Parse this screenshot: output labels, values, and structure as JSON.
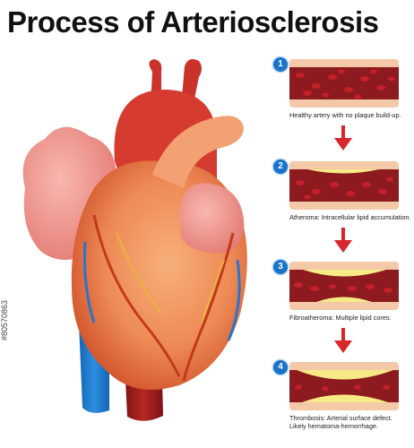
{
  "title": "Process of Arteriosclerosis",
  "stages": [
    {
      "number": "1",
      "caption": "Healthy artery with no plaque build-up."
    },
    {
      "number": "2",
      "caption": "Atheroma: Intracellular lipid accumulation."
    },
    {
      "number": "3",
      "caption": "Fibroatheroma: Multiple lipid cores."
    },
    {
      "number": "4",
      "caption": "Thrombosis: Arterial surface defect.",
      "caption2": "Likely hematoma-hemorrhage."
    }
  ],
  "watermark": "#80570863",
  "colors": {
    "artery_wall": "#f3c9a8",
    "artery_lumen": "#8c1a1e",
    "blood_cell": "#c4202a",
    "plaque": "#f5ea86",
    "badge": "#1a73c9",
    "arrow": "#d8262b"
  }
}
